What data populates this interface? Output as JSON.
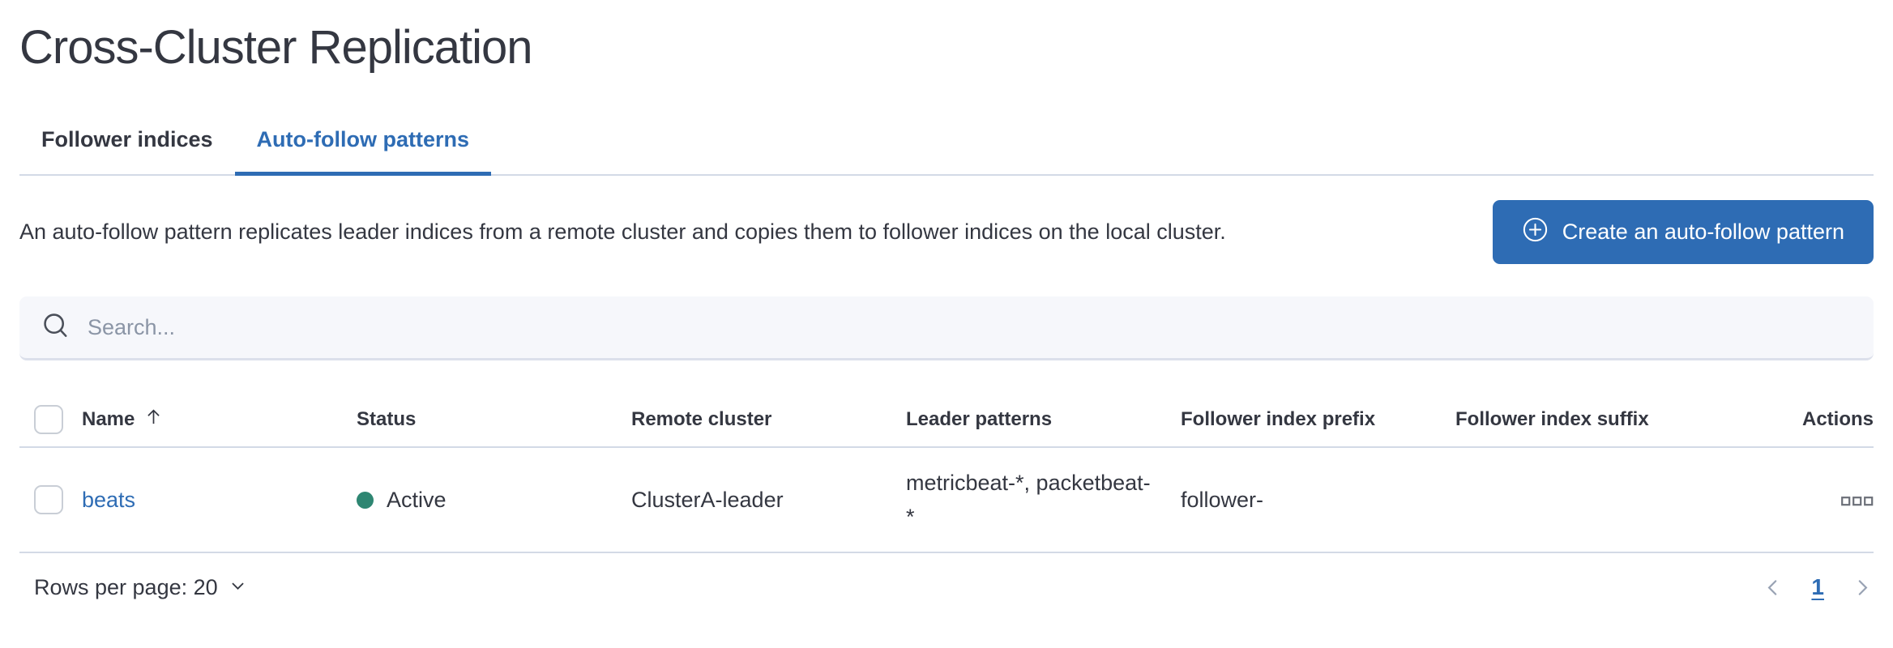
{
  "page": {
    "title": "Cross-Cluster Replication"
  },
  "tabs": [
    {
      "label": "Follower indices",
      "active": false
    },
    {
      "label": "Auto-follow patterns",
      "active": true
    }
  ],
  "description": "An auto-follow pattern replicates leader indices from a remote cluster and copies them to follower indices on the local cluster.",
  "create_button": {
    "label": "Create an auto-follow pattern",
    "icon": "plus-in-circle-icon"
  },
  "search": {
    "placeholder": "Search...",
    "icon": "search-icon"
  },
  "table": {
    "columns": [
      "Name",
      "Status",
      "Remote cluster",
      "Leader patterns",
      "Follower index prefix",
      "Follower index suffix",
      "Actions"
    ],
    "sort": {
      "column": "Name",
      "direction": "ascending",
      "icon": "sort-ascending-arrow-icon"
    },
    "rows": [
      {
        "name": "beats",
        "status": "Active",
        "remote_cluster": "ClusterA-leader",
        "leader_patterns": "metricbeat-*, packetbeat-*",
        "follower_index_prefix": "follower-",
        "follower_index_suffix": "",
        "actions_icon": "boxes-horizontal-icon"
      }
    ]
  },
  "pagination": {
    "rows_per_page_label": "Rows per page: 20",
    "current_page": "1",
    "prev_icon": "chevron-left-icon",
    "next_icon": "chevron-right-icon"
  },
  "colors": {
    "primary_blue": "#2e6cb4",
    "text": "#343741",
    "subdued_icon": "#69707d",
    "placeholder": "#8b95a6",
    "divider": "#d3dae6",
    "checkbox_border": "#c9ced6",
    "search_background": "#f6f7fb",
    "status_active_dot": "#2e8672",
    "pager_chevron_disabled": "#98a2b3",
    "button_text": "#ffffff"
  }
}
